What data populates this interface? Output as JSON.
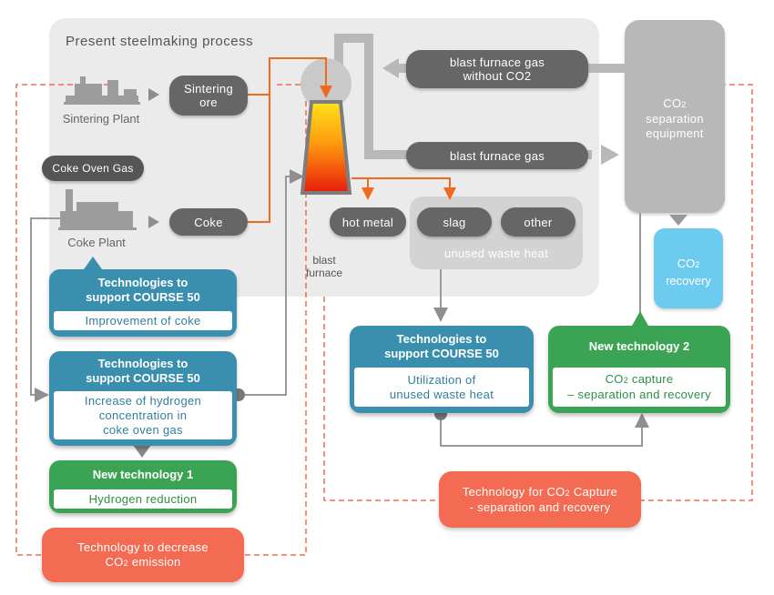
{
  "panel": {
    "title": "Present steelmaking process"
  },
  "plants": {
    "sintering_plant": "Sintering Plant",
    "coke_plant": "Coke Plant",
    "coke_oven_gas": "Coke Oven Gas",
    "blast_furnace_line1": "blast",
    "blast_furnace_line2": "furnace"
  },
  "nodes": {
    "sintering_ore_line1": "Sintering",
    "sintering_ore_line2": "ore",
    "coke": "Coke",
    "hot_metal": "hot metal",
    "slag": "slag",
    "other": "other",
    "unused_waste_heat": "unused waste heat",
    "bfg_without_line1": "blast furnace gas",
    "bfg_without_line2": "without CO2",
    "bfg": "blast furnace gas",
    "co2_sep_line1_pre": "CO",
    "co2_sep_line1_sub": "2",
    "co2_sep_line2": "separation",
    "co2_sep_line3": "equipment",
    "co2_recovery_line1_pre": "CO",
    "co2_recovery_line1_sub": "2",
    "co2_recovery_line2": "recovery"
  },
  "cards": {
    "coke_improve": {
      "head_line1": "Technologies to",
      "head_line2": "support COURSE 50",
      "body": "Improvement of coke"
    },
    "hydrogen_conc": {
      "head_line1": "Technologies to",
      "head_line2": "support COURSE 50",
      "body_line1": "Increase of hydrogen",
      "body_line2": "concentration in",
      "body_line3": "coke oven gas"
    },
    "new_tech1": {
      "head": "New technology 1",
      "body": "Hydrogen reduction"
    },
    "waste_heat": {
      "head_line1": "Technologies to",
      "head_line2": "support COURSE 50",
      "body_line1": "Utilization of",
      "body_line2": "unused waste heat"
    },
    "new_tech2": {
      "head": "New technology 2",
      "body_line1_pre": "CO",
      "body_line1_sub": "2",
      "body_line1_post": " capture",
      "body_line2": "– separation and recovery"
    }
  },
  "groups": {
    "decrease_line1": "Technology to decrease",
    "decrease_line2_pre": "CO",
    "decrease_line2_sub": "2",
    "decrease_line2_post": " emission",
    "capture_line1_pre": "Technology for CO",
    "capture_line1_sub": "2",
    "capture_line1_post": " Capture",
    "capture_line2": "- separation and recovery"
  },
  "colors": {
    "panel": "#ebebeb",
    "pill": "#666666",
    "course50_blue": "#3a8fae",
    "new_tech_green": "#3ba454",
    "accent_orange": "#f26b52",
    "flow_orange": "#ef6a1f",
    "co2_recovery": "#6ccbef",
    "arrow_gray": "#999999"
  }
}
